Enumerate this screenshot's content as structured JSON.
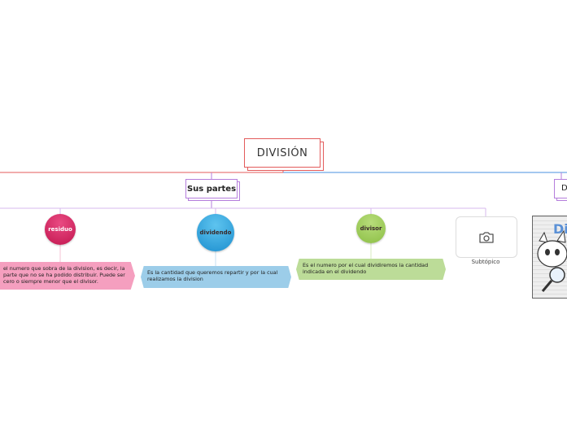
{
  "root": {
    "label": "DIVISIÓN"
  },
  "branch_left": {
    "label": "Sus partes"
  },
  "branch_right": {
    "label": "D"
  },
  "nodes": [
    {
      "label": "residuo",
      "text": "el numero que sobra de la division, es decir, la parte que no se ha podido distribuir. Puede ser cero o siempre menor que el divisor."
    },
    {
      "label": "dividendo",
      "text": "Es la cantidad que queremos repartir y por la cual realizamos la division"
    },
    {
      "label": "divisor",
      "text": "Es el numero por el cual dividiremos la cantidad indicada en el dividendo"
    }
  ],
  "subtopic": {
    "label": "Subtópico",
    "icon": "camera-icon"
  },
  "image_thumb": {
    "title": "Di",
    "icon": "cartoon-cat-magnifier-icon"
  },
  "colors": {
    "root_border": "#e35b5b",
    "branch_line_left": "#e35b5b",
    "branch_line_right": "#4a90e2",
    "sub_border": "#b57edc",
    "residuo": "#c2164f",
    "dividendo": "#1d8fcf",
    "divisor": "#8cbf45"
  }
}
